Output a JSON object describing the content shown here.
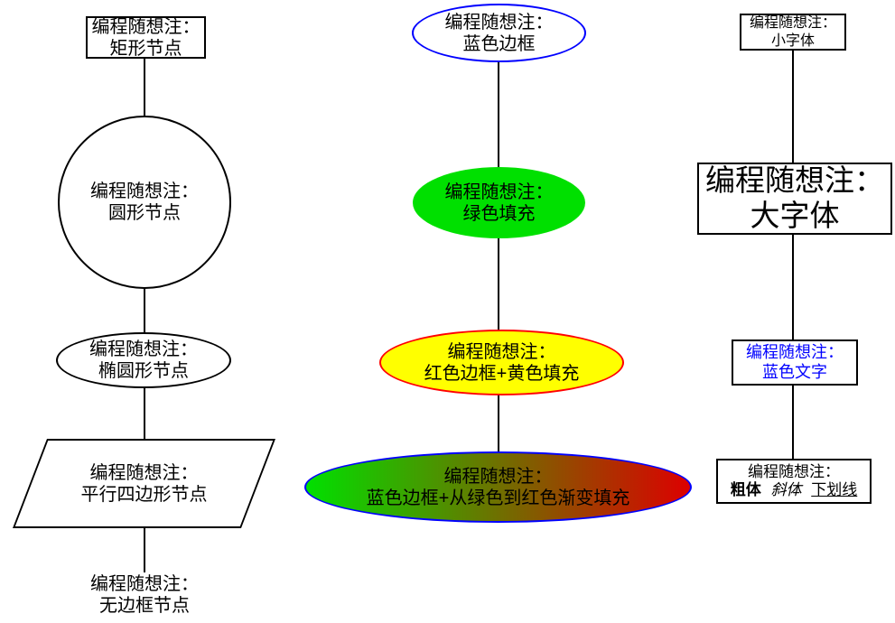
{
  "colors": {
    "background": "#ffffff",
    "edge": "#000000",
    "node_border": "#000000",
    "blue_border": "#0000ff",
    "green_fill": "#00e000",
    "yellow_fill": "#ffff00",
    "red_border": "#ff0000",
    "gradient_start": "#00e000",
    "gradient_end": "#dd0000",
    "blue_text": "#0000ff"
  },
  "nodes": {
    "rect": {
      "line1": "编程随想注：",
      "line2": "矩形节点"
    },
    "circle": {
      "line1": "编程随想注：",
      "line2": "圆形节点"
    },
    "oval": {
      "line1": "编程随想注：",
      "line2": "椭圆形节点"
    },
    "parallelogram": {
      "line1": "编程随想注：",
      "line2": "平行四边形节点"
    },
    "borderless": {
      "line1": "编程随想注：",
      "line2": "无边框节点"
    },
    "blue_border": {
      "line1": "编程随想注：",
      "line2": "蓝色边框"
    },
    "green_fill": {
      "line1": "编程随想注：",
      "line2": "绿色填充"
    },
    "red_yellow": {
      "line1": "编程随想注：",
      "line2": "红色边框+黄色填充"
    },
    "gradient": {
      "line1": "编程随想注：",
      "line2": "蓝色边框+从绿色到红色渐变填充"
    },
    "small_font": {
      "line1": "编程随想注：",
      "line2": "小字体"
    },
    "large_font": {
      "line1": "编程随想注：",
      "line2": "大字体"
    },
    "blue_text": {
      "line1": "编程随想注：",
      "line2": "蓝色文字"
    },
    "font_styles": {
      "line1": "编程随想注：",
      "bold": "粗体",
      "italic": "斜体",
      "underline": "下划线"
    }
  }
}
